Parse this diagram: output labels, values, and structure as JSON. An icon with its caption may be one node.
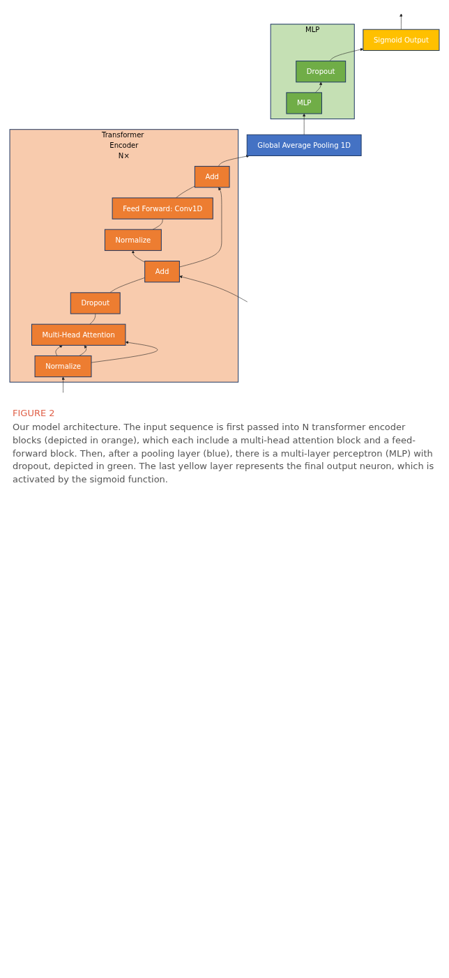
{
  "diagram": {
    "title": "FIGURE 2",
    "caption": "Our model architecture. The input sequence is first passed into N transformer encoder blocks (depicted in orange), which each include a multi-head attention block and a feed-forward block. Then, after a pooling layer (blue), there is a multi-layer perceptron (MLP) with dropout, depicted in green. The last yellow layer represents the final output neuron, which is activated by the sigmoid function.",
    "nodes": [
      {
        "text": [
          "Sigmoid Output"
        ]
      },
      {
        "text": [
          "MLP"
        ]
      },
      {
        "text": [
          "Dropout"
        ],
        "in": 1
      },
      {
        "text": [
          "MLP"
        ],
        "in": 1
      },
      {
        "text": [
          "Global Average Pooling 1D"
        ]
      },
      {
        "text": [
          "Transformer Encoder"
        ],
        "beside": [
          "N×"
        ]
      },
      {
        "text": [
          "Add"
        ],
        "in": 5
      },
      {
        "text": [
          "Feed Forward: Conv1D"
        ],
        "in": 5
      },
      {
        "text": [
          "Normalize"
        ],
        "in": 5
      },
      {
        "text": [
          "Add"
        ],
        "in": 5
      },
      {
        "text": [
          "Dropout"
        ],
        "in": 5
      },
      {
        "text": [
          "Multi-Head Attention"
        ],
        "in": 5
      },
      {
        "text": [
          "Normalize"
        ],
        "in": 5
      }
    ],
    "edges": [
      {
        "from": null,
        "to": 12,
        "arrow": "to"
      },
      {
        "from": null,
        "to": 9,
        "arrow": "to"
      },
      {
        "from": 12,
        "to": 11,
        "arrow": "to"
      },
      {
        "from": 12,
        "to": 11,
        "arrow": "to"
      },
      {
        "from": 12,
        "to": 11,
        "arrow": "to"
      },
      {
        "from": 11,
        "to": 10,
        "arrow": "none"
      },
      {
        "from": 10,
        "to": 9,
        "arrow": "none"
      },
      {
        "from": 9,
        "to": 8,
        "arrow": "to"
      },
      {
        "from": 9,
        "to": 6,
        "arrow": "to"
      },
      {
        "from": 8,
        "to": 7,
        "arrow": "none"
      },
      {
        "from": 7,
        "to": 6,
        "arrow": "none"
      },
      {
        "from": 6,
        "to": 4,
        "arrow": "to"
      },
      {
        "from": 4,
        "to": 3,
        "arrow": "to"
      },
      {
        "from": 3,
        "to": 2,
        "arrow": "to"
      },
      {
        "from": 2,
        "to": 0,
        "arrow": "to"
      },
      {
        "from": 0,
        "to": null,
        "arrow": "to"
      }
    ]
  }
}
